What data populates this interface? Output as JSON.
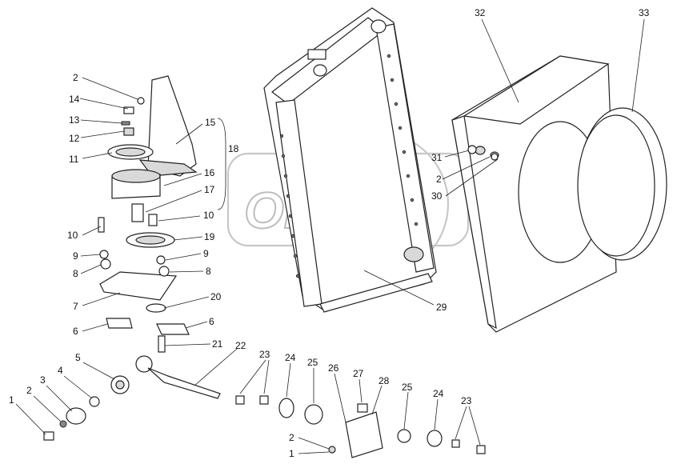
{
  "diagram": {
    "watermark": "OPEX",
    "callouts": [
      {
        "id": "c2a",
        "text": "2"
      },
      {
        "id": "c14",
        "text": "14"
      },
      {
        "id": "c13",
        "text": "13"
      },
      {
        "id": "c12",
        "text": "12"
      },
      {
        "id": "c11",
        "text": "11"
      },
      {
        "id": "c15",
        "text": "15"
      },
      {
        "id": "c18",
        "text": "18"
      },
      {
        "id": "c16",
        "text": "16"
      },
      {
        "id": "c17",
        "text": "17"
      },
      {
        "id": "c10a",
        "text": "10"
      },
      {
        "id": "c10b",
        "text": "10"
      },
      {
        "id": "c19",
        "text": "19"
      },
      {
        "id": "c9a",
        "text": "9"
      },
      {
        "id": "c9b",
        "text": "9"
      },
      {
        "id": "c8a",
        "text": "8"
      },
      {
        "id": "c8b",
        "text": "8"
      },
      {
        "id": "c7",
        "text": "7"
      },
      {
        "id": "c20",
        "text": "20"
      },
      {
        "id": "c6a",
        "text": "6"
      },
      {
        "id": "c6b",
        "text": "6"
      },
      {
        "id": "c21",
        "text": "21"
      },
      {
        "id": "c22",
        "text": "22"
      },
      {
        "id": "c5",
        "text": "5"
      },
      {
        "id": "c4",
        "text": "4"
      },
      {
        "id": "c3",
        "text": "3"
      },
      {
        "id": "c2b",
        "text": "2"
      },
      {
        "id": "c1a",
        "text": "1"
      },
      {
        "id": "c23a",
        "text": "23"
      },
      {
        "id": "c24a",
        "text": "24"
      },
      {
        "id": "c25a",
        "text": "25"
      },
      {
        "id": "c26",
        "text": "26"
      },
      {
        "id": "c27",
        "text": "27"
      },
      {
        "id": "c28",
        "text": "28"
      },
      {
        "id": "c25b",
        "text": "25"
      },
      {
        "id": "c24b",
        "text": "24"
      },
      {
        "id": "c23b",
        "text": "23"
      },
      {
        "id": "c2c",
        "text": "2"
      },
      {
        "id": "c1b",
        "text": "1"
      },
      {
        "id": "c29",
        "text": "29"
      },
      {
        "id": "c31",
        "text": "31"
      },
      {
        "id": "c2d",
        "text": "2"
      },
      {
        "id": "c30",
        "text": "30"
      },
      {
        "id": "c32",
        "text": "32"
      },
      {
        "id": "c33",
        "text": "33"
      }
    ]
  }
}
